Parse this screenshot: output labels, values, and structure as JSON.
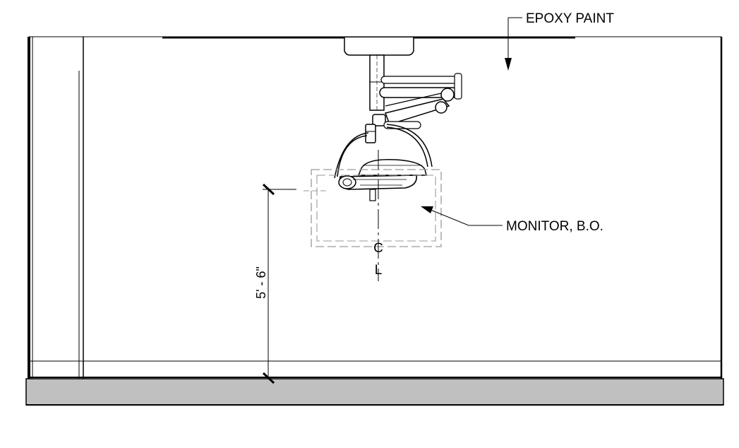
{
  "callouts": {
    "finish": "EPOXY PAINT",
    "monitor": "MONITOR, B.O."
  },
  "dimension": {
    "height": "5' - 6\""
  },
  "centerline": {
    "c": "C",
    "l": "L"
  },
  "colors": {
    "line": "#000000",
    "floor_fill": "#c0c0c0",
    "hidden_line": "#9a9a9a"
  }
}
